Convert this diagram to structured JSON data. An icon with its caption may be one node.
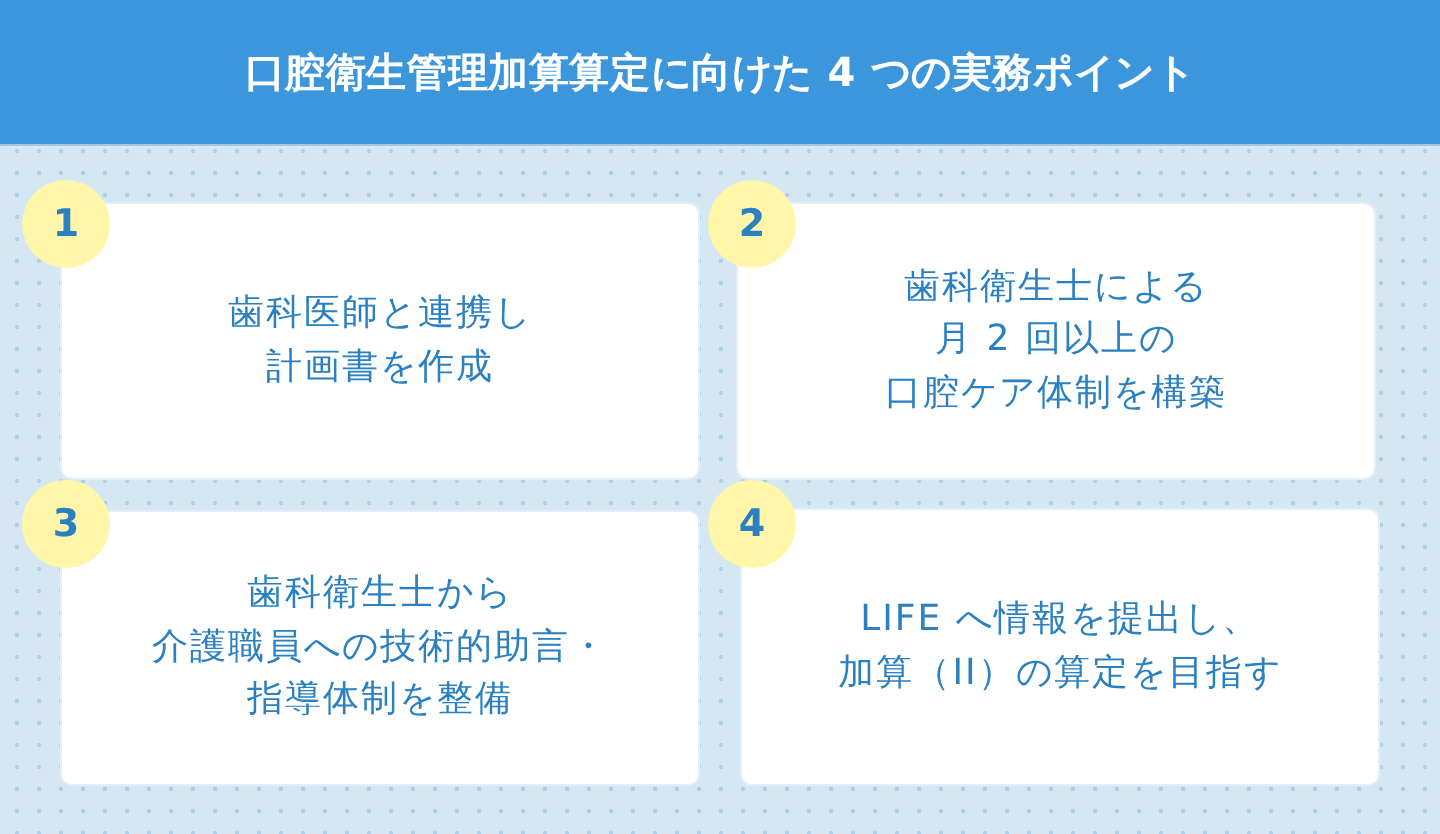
{
  "diagram": {
    "title": "口腔衛生管理加算算定に向けた 4 つの実務ポイント",
    "nodes": [
      {
        "text": [
          "1"
        ]
      },
      {
        "text": [
          "歯科医師と連携し計画書を作成"
        ]
      },
      {
        "text": [
          "2"
        ]
      },
      {
        "text": [
          "歯科衛生士による月 2 回以上の口腔ケア体制を構築"
        ]
      },
      {
        "text": [
          "3"
        ]
      },
      {
        "text": [
          "歯科衛生士から介護職員への技術的助言・指導体制を整備"
        ]
      },
      {
        "text": [
          "4"
        ]
      },
      {
        "text": [
          "LIFE へ情報を提出し、加算（II）の算定を目指す"
        ]
      }
    ]
  }
}
